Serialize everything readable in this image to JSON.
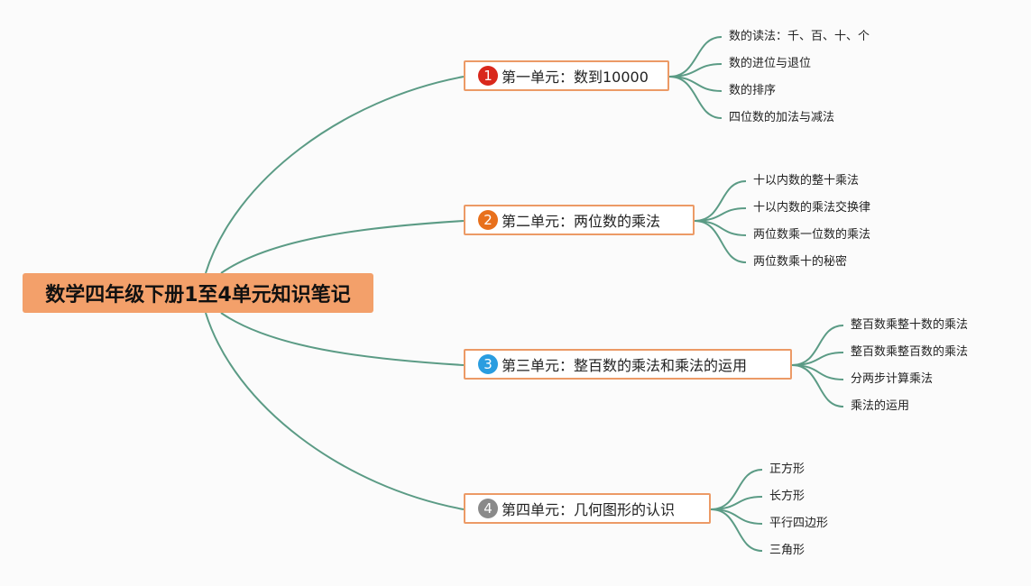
{
  "root": {
    "title": "数学四年级下册1至4单元知识笔记"
  },
  "colors": {
    "line": "#5b9b85",
    "root_bg": "#f3a06a",
    "node_border": "#ec9a66"
  },
  "branches": [
    {
      "badge": "1",
      "badge_color": "#d9281c",
      "label": "第一单元：数到10000",
      "leaves": [
        "数的读法：千、百、十、个",
        "数的进位与退位",
        "数的排序",
        "四位数的加法与减法"
      ]
    },
    {
      "badge": "2",
      "badge_color": "#e8701c",
      "label": "第二单元：两位数的乘法",
      "leaves": [
        "十以内数的整十乘法",
        "十以内数的乘法交换律",
        "两位数乘一位数的乘法",
        "两位数乘十的秘密"
      ]
    },
    {
      "badge": "3",
      "badge_color": "#2a9de0",
      "label": "第三单元：整百数的乘法和乘法的运用",
      "leaves": [
        "整百数乘整十数的乘法",
        "整百数乘整百数的乘法",
        "分两步计算乘法",
        "乘法的运用"
      ]
    },
    {
      "badge": "4",
      "badge_color": "#8a8a8a",
      "label": "第四单元：几何图形的认识",
      "leaves": [
        "正方形",
        "长方形",
        "平行四边形",
        "三角形"
      ]
    }
  ]
}
